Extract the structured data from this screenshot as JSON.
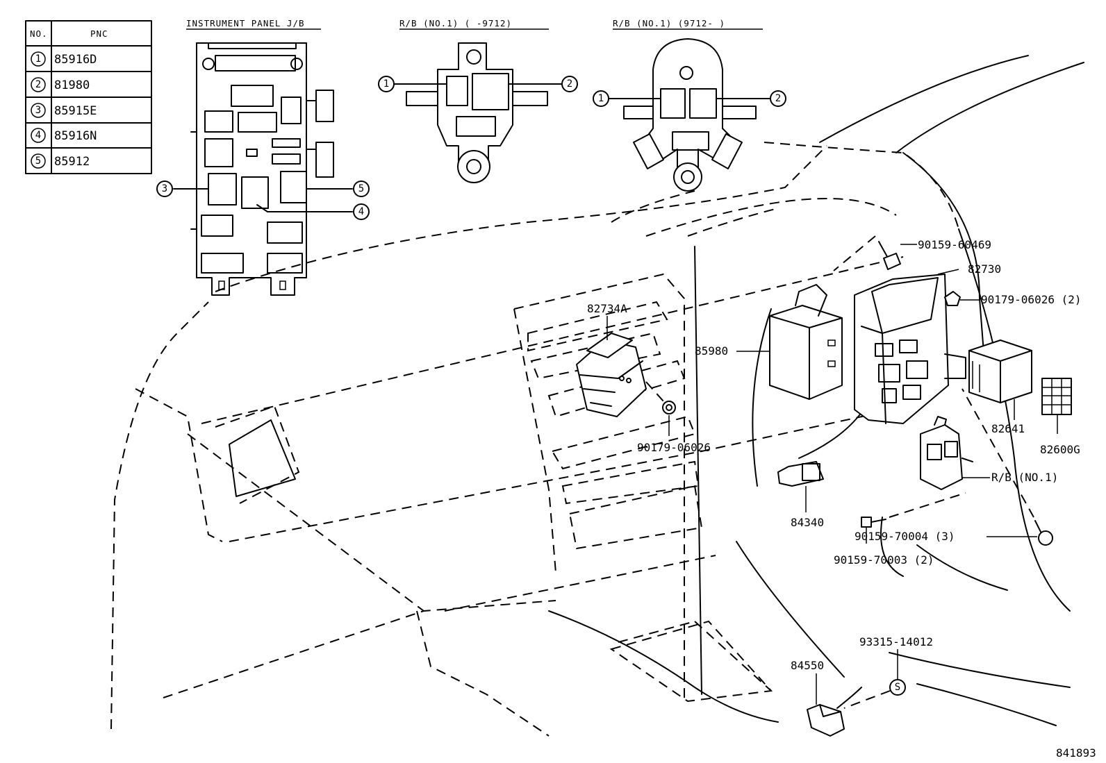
{
  "table": {
    "headers": {
      "no": "NO.",
      "pnc": "PNC"
    },
    "rows": [
      {
        "no": "1",
        "pnc": "85916D"
      },
      {
        "no": "2",
        "pnc": "81980"
      },
      {
        "no": "3",
        "pnc": "85915E"
      },
      {
        "no": "4",
        "pnc": "85916N"
      },
      {
        "no": "5",
        "pnc": "85912"
      }
    ]
  },
  "insets": {
    "instrument_panel": {
      "title": "INSTRUMENT PANEL J/B",
      "callouts": [
        "3",
        "4",
        "5"
      ]
    },
    "rb_old": {
      "title": "R/B (NO.1) (     -9712)",
      "callouts": [
        "1",
        "2"
      ]
    },
    "rb_new": {
      "title": "R/B (NO.1) (9712-     )",
      "callouts": [
        "1",
        "2"
      ]
    }
  },
  "parts": {
    "p82734A": "82734A",
    "p85980": "85980",
    "p90159_60469": "90159-60469",
    "p82730": "82730",
    "p90179_06026_2": "90179-06026 (2)",
    "p90179_06026": "90179-06026",
    "p82641": "82641",
    "p82600G": "82600G",
    "p_rb_no1": "R/B (NO.1)",
    "p84340": "84340",
    "p90159_70004": "90159-70004 (3)",
    "p90159_70003": "90159-70003 (2)",
    "p93315_14012": "93315-14012",
    "p84550": "84550",
    "s_symbol": "S"
  },
  "figure_id": "841893"
}
